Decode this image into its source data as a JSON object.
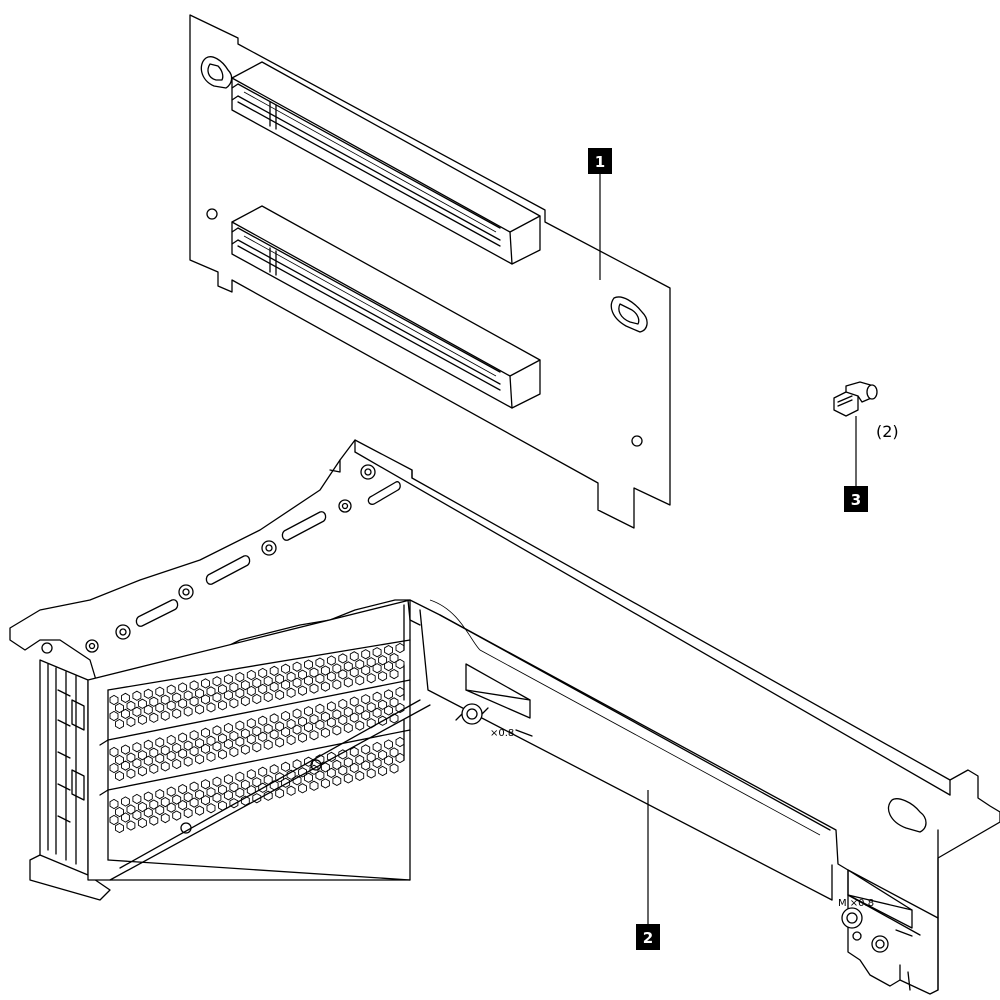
{
  "callouts": [
    {
      "id": "1",
      "label": "1"
    },
    {
      "id": "2",
      "label": "2"
    },
    {
      "id": "3",
      "label": "3"
    }
  ],
  "screw_quantity": "(2)",
  "screw_marking_left": "×0.8",
  "screw_marking_right": "M  ×0.8",
  "colors": {
    "line": "#000000",
    "background": "#ffffff",
    "callout_fill": "#000000",
    "callout_text": "#ffffff"
  }
}
